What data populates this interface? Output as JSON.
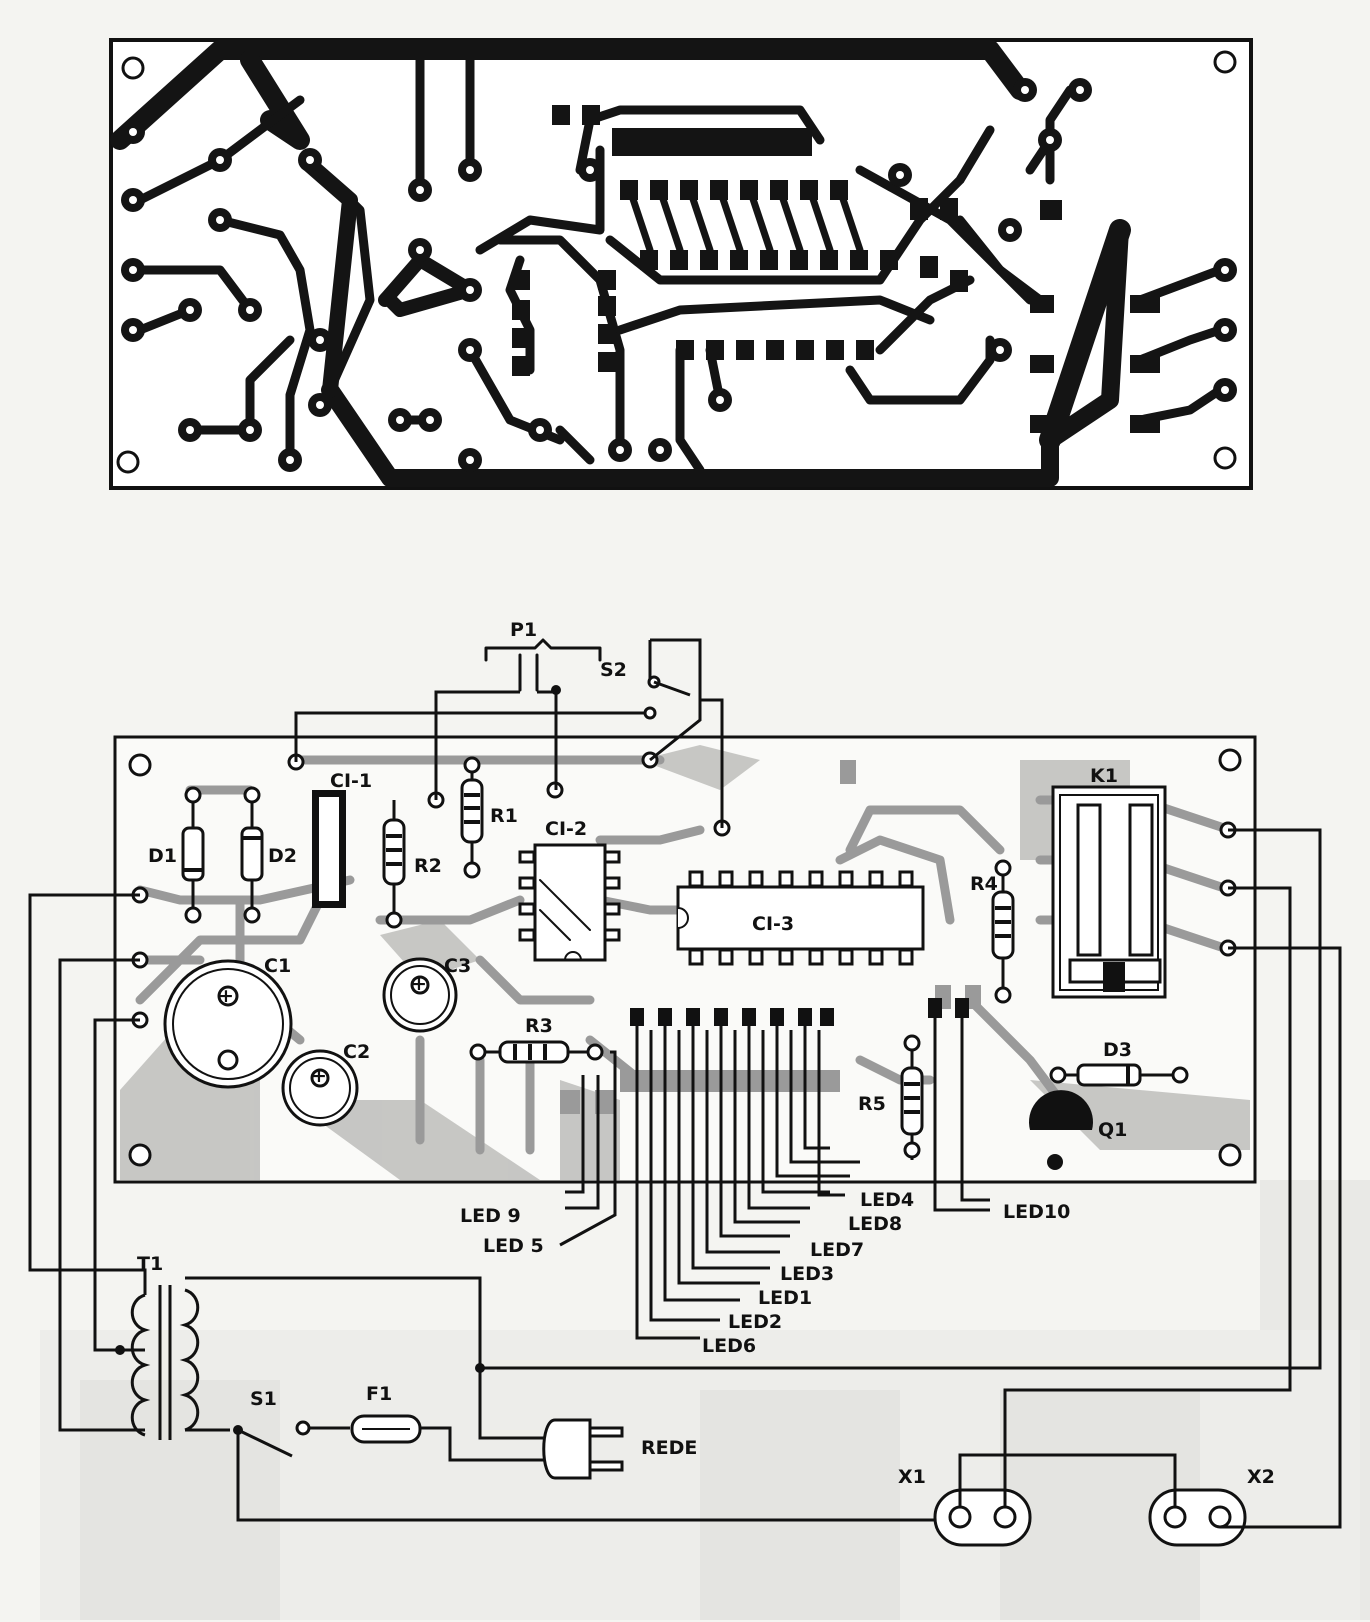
{
  "labels": {
    "ci1": "CI-1",
    "ci2": "CI-2",
    "ci3": "CI-3",
    "p1": "P1",
    "s1": "S1",
    "s2": "S2",
    "r1": "R1",
    "r2": "R2",
    "r3": "R3",
    "r4": "R4",
    "r5": "R5",
    "d1": "D1",
    "d2": "D2",
    "d3": "D3",
    "c1": "C1",
    "c2": "C2",
    "c3": "C3",
    "k1": "K1",
    "q1": "Q1",
    "t1": "T1",
    "f1": "F1",
    "rede": "REDE",
    "x1": "X1",
    "x2": "X2"
  },
  "leds": {
    "led9": "LED 9",
    "led5": "LED 5",
    "led4": "LED4",
    "led8": "LED8",
    "led7": "LED7",
    "led3": "LED3",
    "led1": "LED1",
    "led2": "LED2",
    "led6": "LED6",
    "led10": "LED10"
  },
  "colors": {
    "ink": "#111111",
    "paper": "#f4f4f1",
    "copper_shade": "#9a9a9a"
  }
}
